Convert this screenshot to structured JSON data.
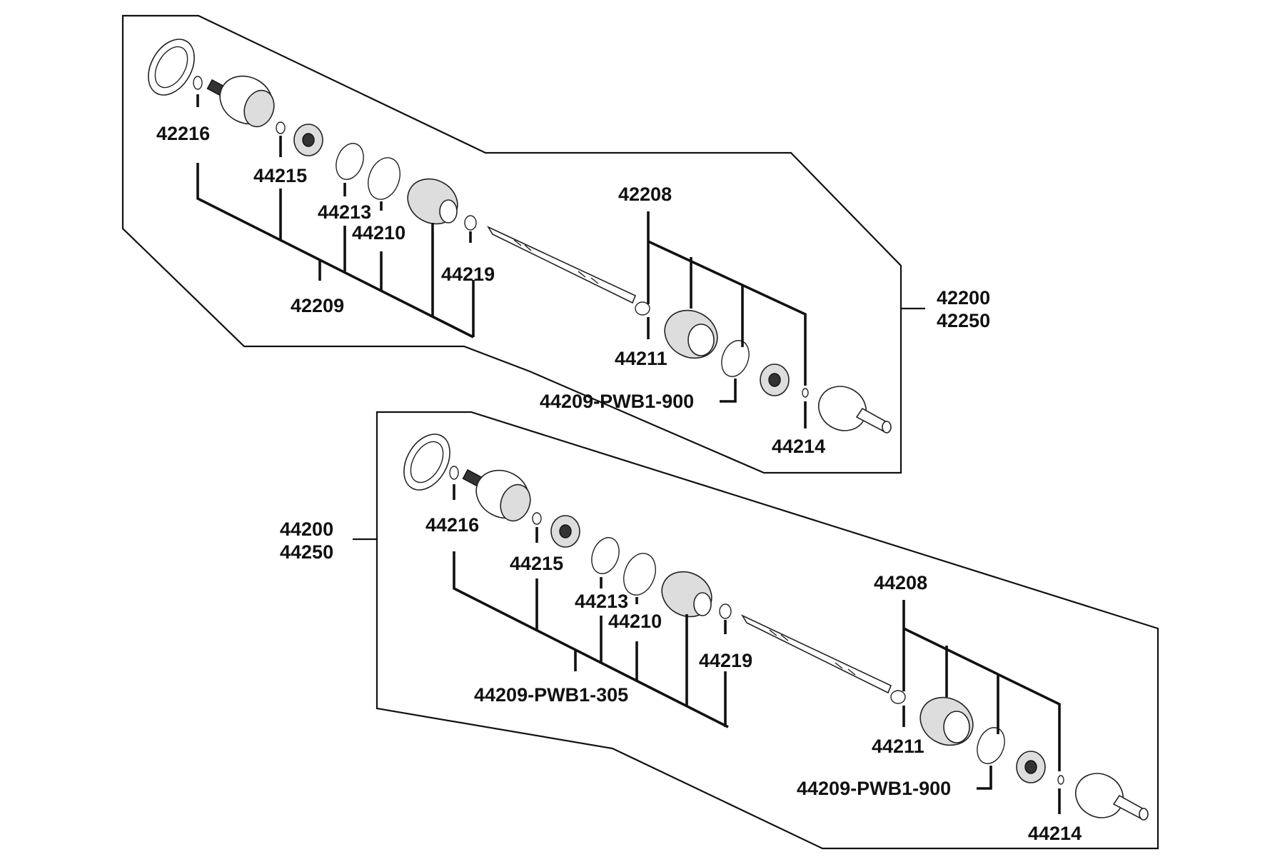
{
  "colors": {
    "line": "#111111",
    "background": "#ffffff"
  },
  "upper": {
    "assembly_label_1": "42200",
    "assembly_label_2": "42250",
    "labels": {
      "ring_42216": "42216",
      "clip_44215": "44215",
      "ring_44213": "44213",
      "band_44210": "44210",
      "kit_42209": "42209",
      "band_44219": "44219",
      "joint_42208": "42208",
      "band_44211": "44211",
      "kit_outer": "44209-PWB1-900",
      "clip_44214": "44214"
    }
  },
  "lower": {
    "assembly_label_1": "44200",
    "assembly_label_2": "44250",
    "labels": {
      "ring_44216": "44216",
      "clip_44215": "44215",
      "ring_44213": "44213",
      "band_44210": "44210",
      "kit_inner": "44209-PWB1-305",
      "band_44219": "44219",
      "joint_44208": "44208",
      "band_44211": "44211",
      "kit_outer": "44209-PWB1-900",
      "clip_44214": "44214"
    }
  }
}
